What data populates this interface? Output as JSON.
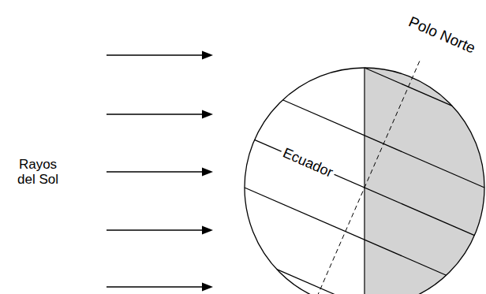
{
  "diagram": {
    "labels": [
      "Polo Norte",
      "Ecuador",
      "Rayos del Sol"
    ]
  }
}
